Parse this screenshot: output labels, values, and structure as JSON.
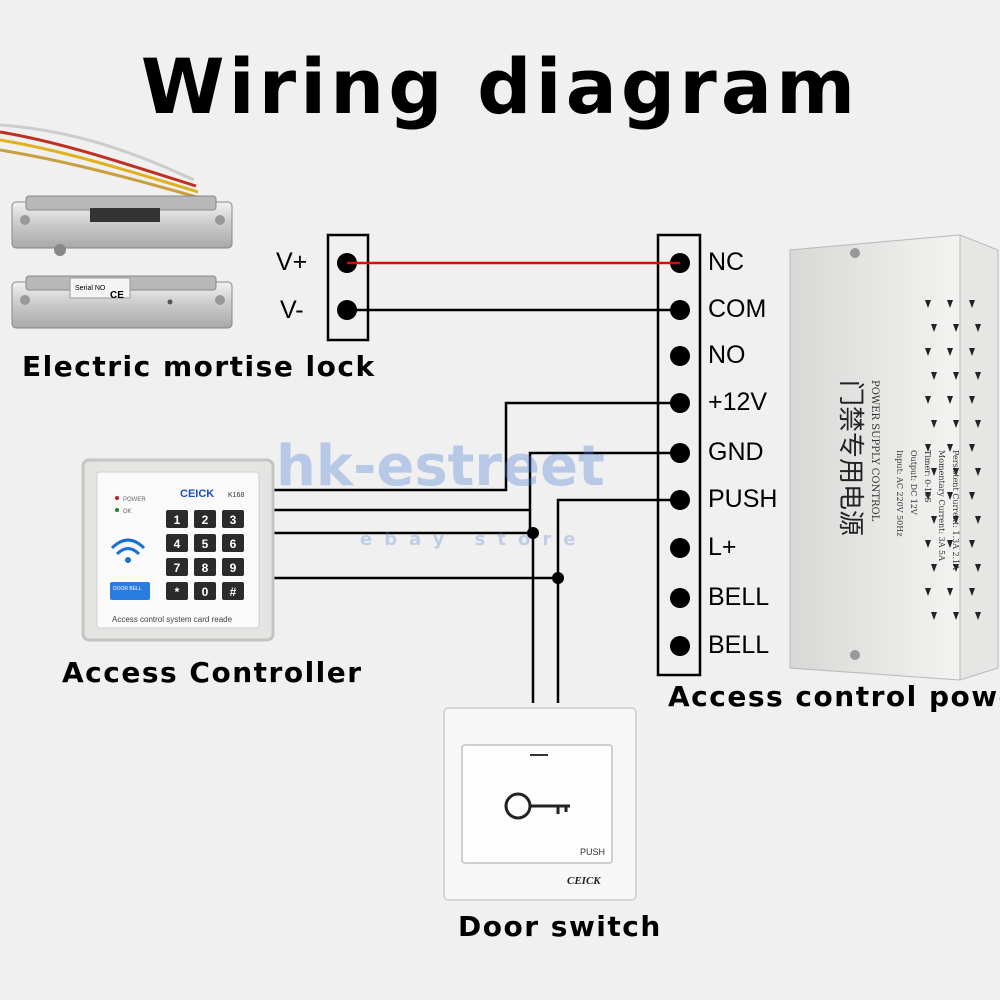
{
  "title": "Wiring diagram",
  "watermark": {
    "main": "hk-estreet",
    "sub": "ebay store"
  },
  "lock": {
    "label": "Electric mortise lock",
    "terminals": [
      "V+",
      "V-"
    ],
    "plate_text": "Serial NO",
    "mark": "CE"
  },
  "controller": {
    "label": "Access Controller",
    "brand": "CEICK",
    "model": "K168",
    "status": [
      "POWER",
      "OK"
    ],
    "keys": [
      "1",
      "2",
      "3",
      "4",
      "5",
      "6",
      "7",
      "8",
      "9",
      "*",
      "0",
      "#"
    ],
    "bell_label": "DOOR BELL",
    "caption": "Access control system card reade"
  },
  "power": {
    "label": "Access control power",
    "terminals": [
      "NC",
      "COM",
      "NO",
      "+12V",
      "GND",
      "PUSH",
      "L+",
      "BELL",
      "BELL"
    ],
    "cn_title": "门禁专用电源",
    "en_title": "POWER SUPPLY CONTROL",
    "specs": [
      "Input:   AC 220V  50Hz",
      "Output:  DC 12V",
      "Timer:   0-10S",
      "Momentary Current:  3A    5A",
      "Persistent Current: 1.3A  2.1A"
    ]
  },
  "door_switch": {
    "label": "Door switch",
    "text": "PUSH",
    "brand": "CEICK"
  },
  "colors": {
    "red_wire": "#d01010",
    "wire": "#000000",
    "housing": "#e8e8e6",
    "watermark": "#4f7fd8"
  }
}
